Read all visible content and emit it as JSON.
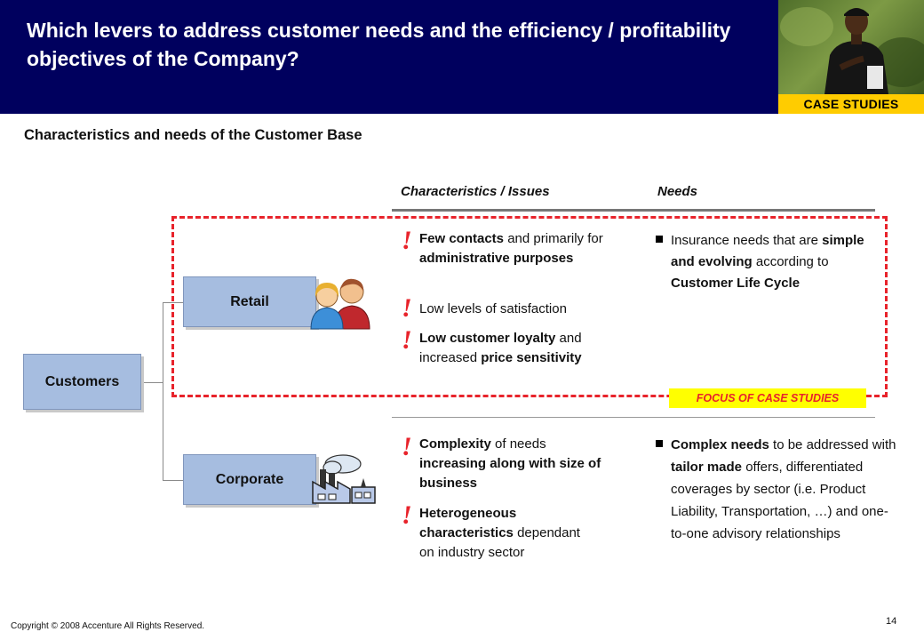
{
  "header": {
    "title": "Which levers to address customer needs and the efficiency / profitability objectives of the Company?",
    "badge": "CASE STUDIES"
  },
  "subtitle": "Characteristics and needs of the Customer Base",
  "columns": {
    "characteristics": "Characteristics / Issues",
    "needs": "Needs"
  },
  "focus_label": "FOCUS OF CASE STUDIES",
  "tree": {
    "root": "Customers",
    "retail": "Retail",
    "corporate": "Corporate"
  },
  "retail": {
    "c1": {
      "b1": "Few contacts",
      "t1": " and primarily for ",
      "b2": "administrative purposes"
    },
    "c2": "Low levels of satisfaction",
    "c3": {
      "b1": "Low customer loyalty",
      "t1": " and increased ",
      "b2": "price sensitivity"
    },
    "need": {
      "t1": "Insurance needs that are ",
      "b1": "simple and evolving",
      "t2": " according to ",
      "b2": "Customer Life Cycle"
    }
  },
  "corporate": {
    "c1": {
      "b1": "Complexity",
      "t1": " of needs ",
      "b2": "increasing along with size of business"
    },
    "c2": {
      "b1": "Heterogeneous characteristics",
      "t1": " dependant on industry sector"
    },
    "need": {
      "b1": "Complex needs",
      "t1": " to be addressed with ",
      "b2": "tailor made",
      "t2": " offers, differentiated coverages by sector (i.e. Product Liability, Transportation, …) and one-to-one advisory relationships"
    }
  },
  "footer": {
    "copyright": "Copyright © 2008 Accenture All Rights Reserved.",
    "page": "14"
  },
  "colors": {
    "header": "#00005e",
    "badge": "#ffcc00",
    "focus": "#e8232b",
    "node": "#a6bde0"
  }
}
